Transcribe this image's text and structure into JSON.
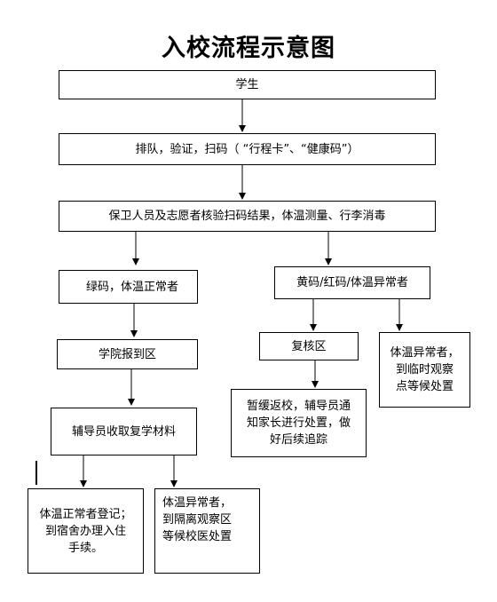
{
  "title": "入校流程示意图",
  "nodes": {
    "student": "学生",
    "queue_verify_scan": "排队，验证，扫码（ “行程卡”、“健康码”）",
    "guard_check": "保卫人员及志愿者核验扫码结果，体温测量、行李消毒",
    "green_normal": "绿码，体温正常者",
    "yellow_red_abnormal": "黄码/红码/体温异常者",
    "college_register": "学院报到区",
    "recheck_area": "复核区",
    "temp_abnormal_temp_point": "体温异常者，\n到临时观察\n点等候处置",
    "suspend_return": "暂缓返校，辅导员通\n知家长进行处置，做\n好后续追踪",
    "counselor_collect": "辅导员收取复学材料",
    "normal_dorm": "体温正常者登记；\n到宿舍办理入住\n手续。",
    "abnormal_isolation": "体温异常者，\n到隔离观察区\n等候校医处置"
  }
}
